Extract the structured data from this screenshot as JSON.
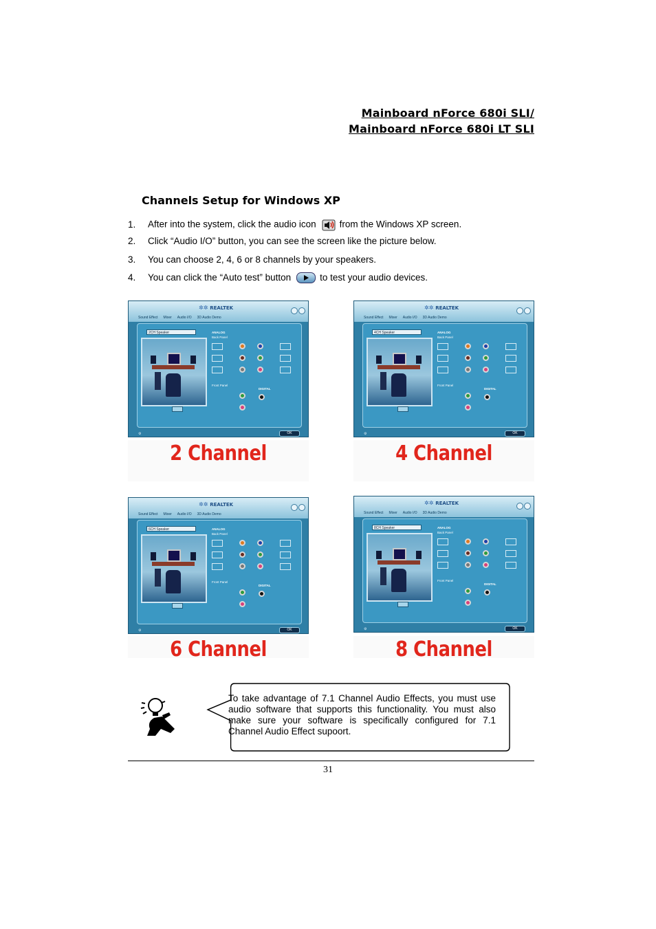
{
  "header": {
    "line1": "Mainboard nForce 680i SLI/",
    "line2": "Mainboard nForce 680i LT SLI"
  },
  "section_title": "Channels Setup for Windows XP",
  "steps": [
    {
      "num": "1.",
      "before": "After into the system, click the audio icon",
      "after": "from the Windows XP screen.",
      "icon": "speaker-icon"
    },
    {
      "num": "2.",
      "text": "Click “Audio I/O” button, you can see the screen like the picture below."
    },
    {
      "num": "3.",
      "text": "You can choose 2, 4, 6 or 8 channels by your speakers."
    },
    {
      "num": "4.",
      "before": "You can click the “Auto test” button",
      "after": "to test your audio devices.",
      "icon": "play-icon"
    }
  ],
  "panels": [
    {
      "caption": "2 Channel",
      "dropdown": "2CH Speaker"
    },
    {
      "caption": "4 Channel",
      "dropdown": "4CH Speaker"
    },
    {
      "caption": "6 Channel",
      "dropdown": "6CH Speaker"
    },
    {
      "caption": "8 Channel",
      "dropdown": "8CH Speaker"
    }
  ],
  "panel_ui": {
    "brand": "REALTEK",
    "tabs": [
      "Sound Effect",
      "Mixer",
      "Audio I/O",
      "3D Audio Demo"
    ],
    "analog": "ANALOG",
    "back_panel": "Back Panel",
    "front_panel": "Front Panel",
    "digital": "DIGITAL",
    "ok": "OK",
    "colors": {
      "panel_bg": "#2f7fa6",
      "caption": "#e1261c"
    }
  },
  "note": "To take advantage of 7.1 Channel Audio Effects, you must use audio software that supports this functionality. You must also make sure your software is specifically configured for 7.1 Channel Audio Effect supoort.",
  "page_number": "31"
}
